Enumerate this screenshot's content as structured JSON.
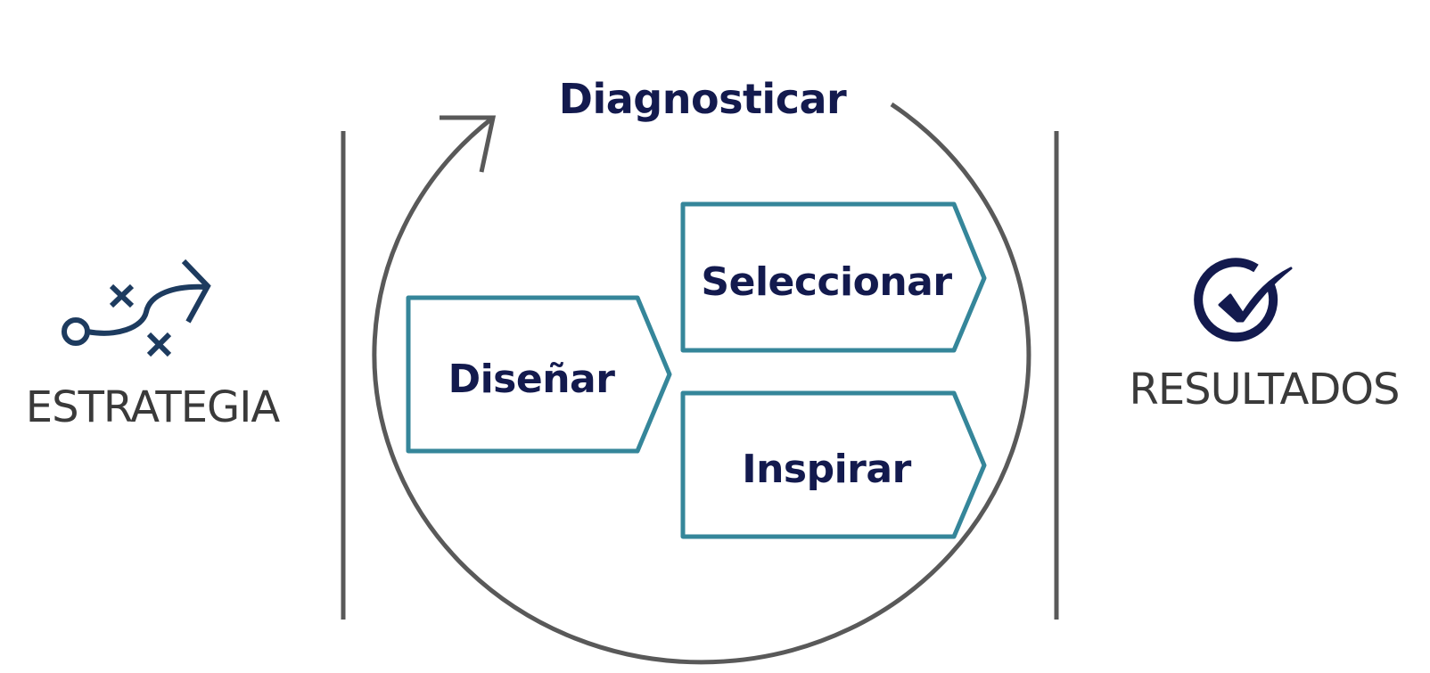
{
  "diagram": {
    "cycle_label": "Diagnosticar",
    "steps": [
      {
        "label": "Diseñar"
      },
      {
        "label": "Seleccionar"
      },
      {
        "label": "Inspirar"
      }
    ],
    "left_label": "ESTRATEGIA",
    "right_label": "RESULTADOS",
    "left_icon": "strategy-play-icon",
    "right_icon": "check-circle-icon"
  },
  "colors": {
    "text_dark_navy": "#131a4e",
    "box_outline_teal": "#35869a",
    "line_gray": "#595959",
    "side_text_gray": "#3a3a3a"
  }
}
